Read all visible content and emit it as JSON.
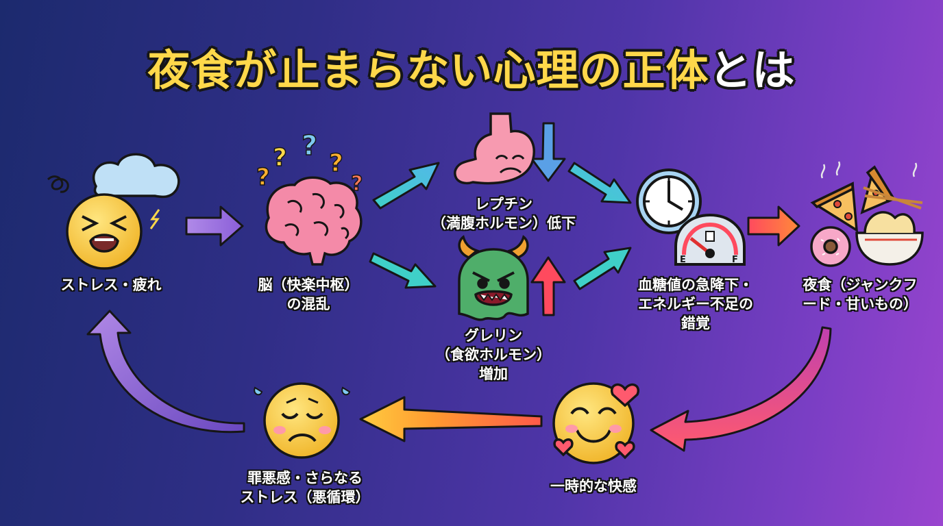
{
  "title": {
    "main": "夜食が止まらない心理の正体",
    "tail": "とは"
  },
  "nodes": {
    "stress": {
      "line1": "ストレス・疲れ"
    },
    "brain": {
      "line1": "脳（快楽中枢）",
      "line2": "の混乱"
    },
    "leptin": {
      "line1": "レプチン",
      "line2": "（満腹ホルモン）低下"
    },
    "ghrelin": {
      "line1": "グレリン",
      "line2": "（食欲ホルモン）",
      "line3": "増加"
    },
    "bloodsugar": {
      "line1": "血糖値の急降下・",
      "line2": "エネルギー不足の",
      "line3": "錯覚"
    },
    "latenight": {
      "line1": "夜食（ジャンクフ",
      "line2": "ード・甘いもの）"
    },
    "pleasure": {
      "line1": "一時的な快感"
    },
    "guilt": {
      "line1": "罪悪感・さらなる",
      "line2": "ストレス（悪循環）"
    }
  },
  "gauge_labels": {
    "empty": "E",
    "full": "F"
  },
  "icons": [
    "tired-face-icon",
    "brain-icon",
    "stomach-icon",
    "hunger-monster-icon",
    "clock-icon",
    "fuel-gauge-icon",
    "junk-food-icon",
    "happy-face-icon",
    "sad-face-icon"
  ],
  "colors": {
    "title": "#ffd84a",
    "arrow_teal": "#3fd0c8",
    "arrow_purple": "#9a6ce0",
    "arrow_red": "#ff4a5e",
    "arrow_orange": "#ffb030"
  }
}
